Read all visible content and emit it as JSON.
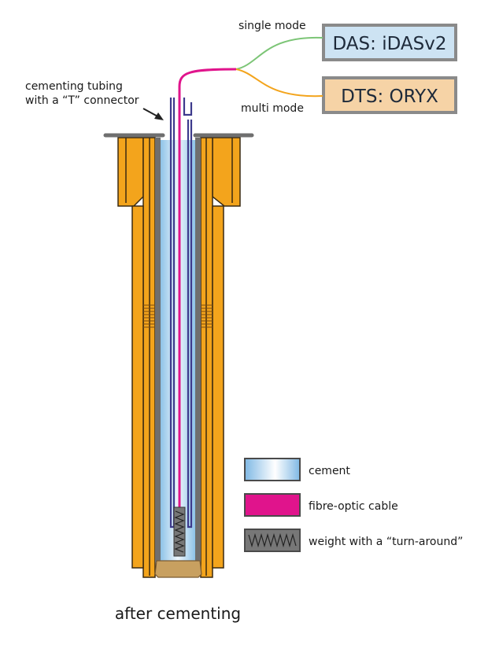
{
  "devices": {
    "das": {
      "label": "DAS: iDASv2",
      "fill": "#cde3f3",
      "stroke": "#8a8a8a"
    },
    "dts": {
      "label": "DTS: ORYX",
      "fill": "#f6d3a6",
      "stroke": "#8a8a8a"
    }
  },
  "fibre_labels": {
    "single": "single mode",
    "multi": "multi mode"
  },
  "callout": {
    "line1": "cementing tubing",
    "line2": "with a “T” connector"
  },
  "legend": [
    {
      "key": "cement",
      "label": "cement"
    },
    {
      "key": "fibre",
      "label": "fibre-optic cable"
    },
    {
      "key": "weight",
      "label": "weight with a “turn-around”"
    }
  ],
  "caption": "after cementing",
  "colors": {
    "casing": "#f3a41c",
    "casing_outline": "#3a2a12",
    "cement_light": "#e9f3fb",
    "cement_dark": "#8ec3e8",
    "fibre": "#e0148c",
    "single_mode": "#7cc576",
    "multi_mode": "#f3a41c",
    "tubing": "#3d3a8c",
    "steel": "#6f6f6f",
    "plug": "#c8a060"
  }
}
